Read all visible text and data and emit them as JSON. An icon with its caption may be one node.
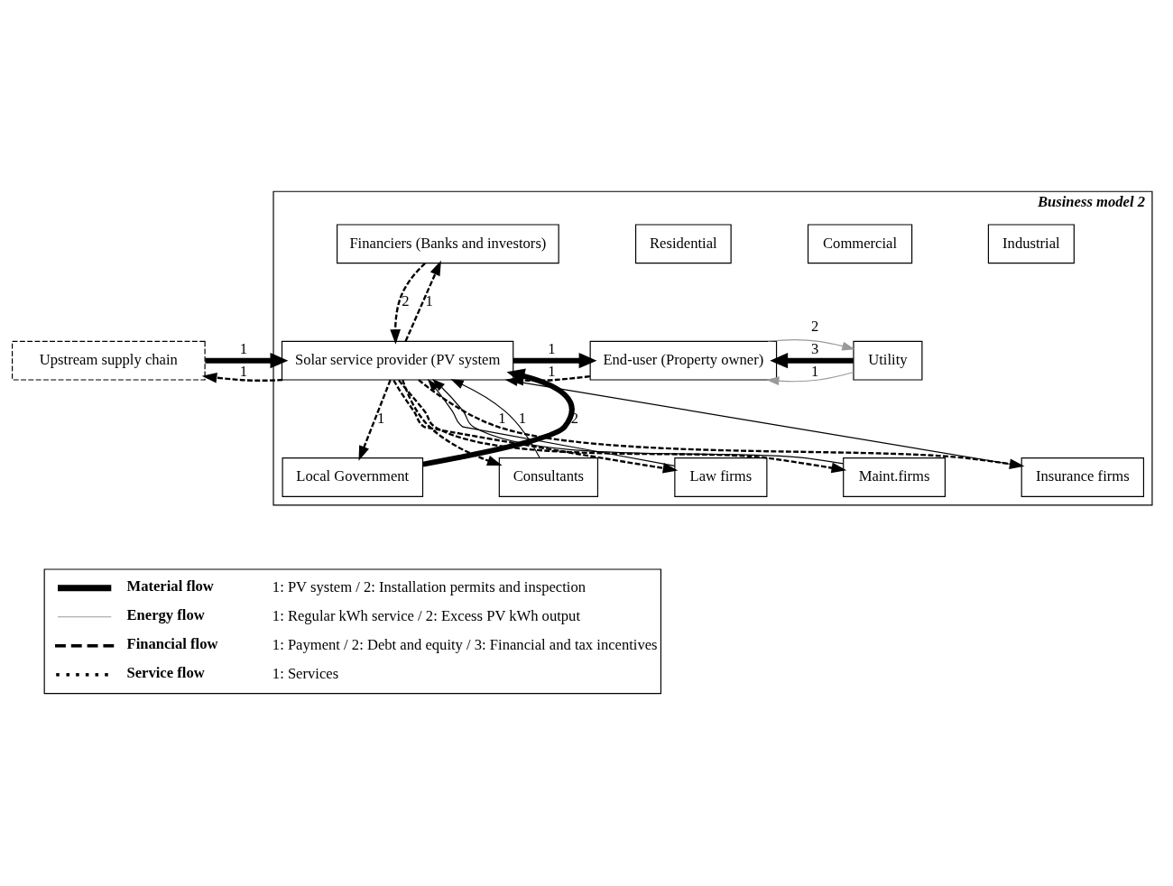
{
  "diagram": {
    "nodes": [
      {
        "text": [
          "Business model 2"
        ]
      },
      {
        "text": [
          "Upstream supply chain"
        ]
      },
      {
        "text": [
          "Financiers (Banks and investors)"
        ],
        "in": 0
      },
      {
        "text": [
          "Industrial"
        ],
        "in": 0
      },
      {
        "text": [
          "Commercial"
        ],
        "in": 0
      },
      {
        "text": [
          "Residential"
        ],
        "in": 0
      },
      {
        "text": [
          "Solar service provider (PV system"
        ],
        "in": 0
      },
      {
        "text": [
          "End-user (Property owner)"
        ],
        "in": 0
      },
      {
        "text": [
          "Utility"
        ],
        "in": 0
      },
      {
        "text": [
          "Consultants"
        ],
        "in": 0
      },
      {
        "text": [
          "Law firms"
        ],
        "in": 0
      },
      {
        "text": [
          "Maint.firms"
        ],
        "in": 0
      },
      {
        "text": [
          "Insurance firms"
        ],
        "in": 0
      },
      {
        "text": [
          "Local Government"
        ],
        "in": 0
      }
    ],
    "edges": [
      {
        "from": 1,
        "to": 6,
        "arrow": "to",
        "label": "1",
        "style": "thick"
      },
      {
        "from": 6,
        "to": 1,
        "arrow": "to",
        "label": "1",
        "style": "dashed"
      },
      {
        "from": 6,
        "to": 2,
        "arrow": "to",
        "label": "1",
        "style": "dashed"
      },
      {
        "from": 2,
        "to": 6,
        "arrow": "to",
        "label": "2",
        "style": "dashed"
      },
      {
        "from": 6,
        "to": 7,
        "arrow": "to",
        "label": "1",
        "style": "thick"
      },
      {
        "from": 7,
        "to": 6,
        "arrow": "to",
        "label": "1",
        "style": "dashed"
      },
      {
        "from": 8,
        "to": 7,
        "arrow": "to",
        "label": "3",
        "style": "thick"
      },
      {
        "from": 8,
        "to": 7,
        "arrow": "to",
        "label": "1",
        "color": "#999999"
      },
      {
        "from": 7,
        "to": 8,
        "arrow": "to",
        "label": "2",
        "color": "#999999"
      },
      {
        "from": 13,
        "to": 6,
        "arrow": "to",
        "label": "2",
        "style": "thick"
      },
      {
        "from": 6,
        "to": 13,
        "arrow": "to",
        "label": "1",
        "style": "dashed"
      },
      {
        "from": 9,
        "to": 6,
        "arrow": "to",
        "label": "1"
      },
      {
        "from": 10,
        "to": 6,
        "arrow": "to"
      },
      {
        "from": 11,
        "to": 6,
        "arrow": "to"
      },
      {
        "from": 12,
        "to": 6,
        "arrow": "to"
      },
      {
        "from": 6,
        "to": 9,
        "arrow": "to",
        "style": "dashed"
      },
      {
        "from": 6,
        "to": 10,
        "arrow": "to",
        "style": "dashed"
      },
      {
        "from": 6,
        "to": 11,
        "arrow": "to",
        "style": "dashed"
      },
      {
        "from": 6,
        "to": 12,
        "arrow": "to",
        "label": "1",
        "style": "dashed"
      }
    ],
    "labels": [
      "1: PV system / 2: Installation permits and inspection",
      "1: Regular kWh service / 2: Excess PV kWh output",
      "1: Payment / 2: Debt and equity / 3: Financial and tax incentives",
      "1: Services"
    ],
    "legend": [
      {
        "text": "Material flow"
      },
      {
        "text": "Energy flow"
      },
      {
        "text": "Financial flow"
      },
      {
        "text": "Service flow"
      }
    ]
  }
}
